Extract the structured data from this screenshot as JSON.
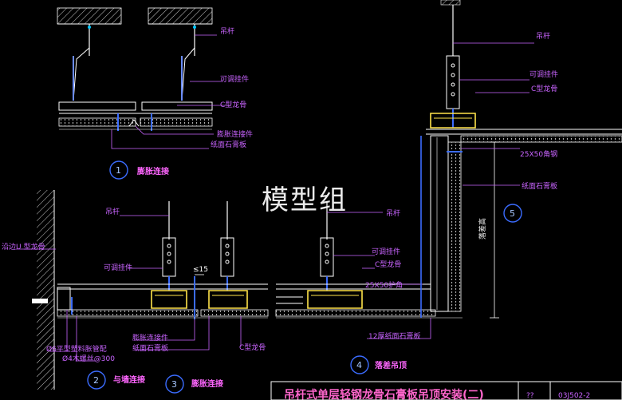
{
  "watermark": "模型组",
  "labels": {
    "hanger_rod_1": "吊杆",
    "adjustable_hanger_1": "可调挂件",
    "c_keel_1": "C型龙骨",
    "expansion_connector_1": "膨胀连接件",
    "gypsum_board_1": "纸面石膏板",
    "hanger_rod_2": "吊杆",
    "adjustable_hanger_2": "可调挂件",
    "wall_u_keel": "沿边U 型龙骨",
    "plastic_anchor": "Ø6平型塑料胀管配",
    "wood_screw": "Ø4木螺丝@300",
    "expansion_connector_2": "膨胀连接件",
    "gypsum_board_2": "纸面石膏板",
    "c_keel_2": "C型龙骨",
    "dim_15": "≤15",
    "hanger_rod_3": "吊杆",
    "adjustable_hanger_3": "可调挂件",
    "c_keel_3": "C型龙骨",
    "angle_guard": "25X50护角",
    "gypsum_12": "12厚纸面石膏板",
    "hanger_rod_4": "吊杆",
    "adjustable_hanger_4": "可调挂件",
    "c_keel_4": "C型龙骨",
    "angle_steel": "25X50角钢",
    "gypsum_board_4": "纸面石膏板",
    "drop_height": "落差高"
  },
  "captions": [
    {
      "num": "1",
      "text": "膨胀连接"
    },
    {
      "num": "2",
      "text": "与墙连接"
    },
    {
      "num": "3",
      "text": "膨胀连接"
    },
    {
      "num": "4",
      "text": "落差吊顶"
    },
    {
      "num": "5",
      "text": ""
    }
  ],
  "title_block": {
    "title": "吊杆式单层轻钢龙骨石膏板吊顶安装(二)",
    "code": "03J502-2",
    "page": "??"
  },
  "colors": {
    "background": "#000000",
    "label": "#c964ff",
    "leader": "#c964ff",
    "keel": "#ffe34a",
    "board": "#ffffff",
    "hanger": "#ffffff",
    "circle": "#3b6cff"
  }
}
